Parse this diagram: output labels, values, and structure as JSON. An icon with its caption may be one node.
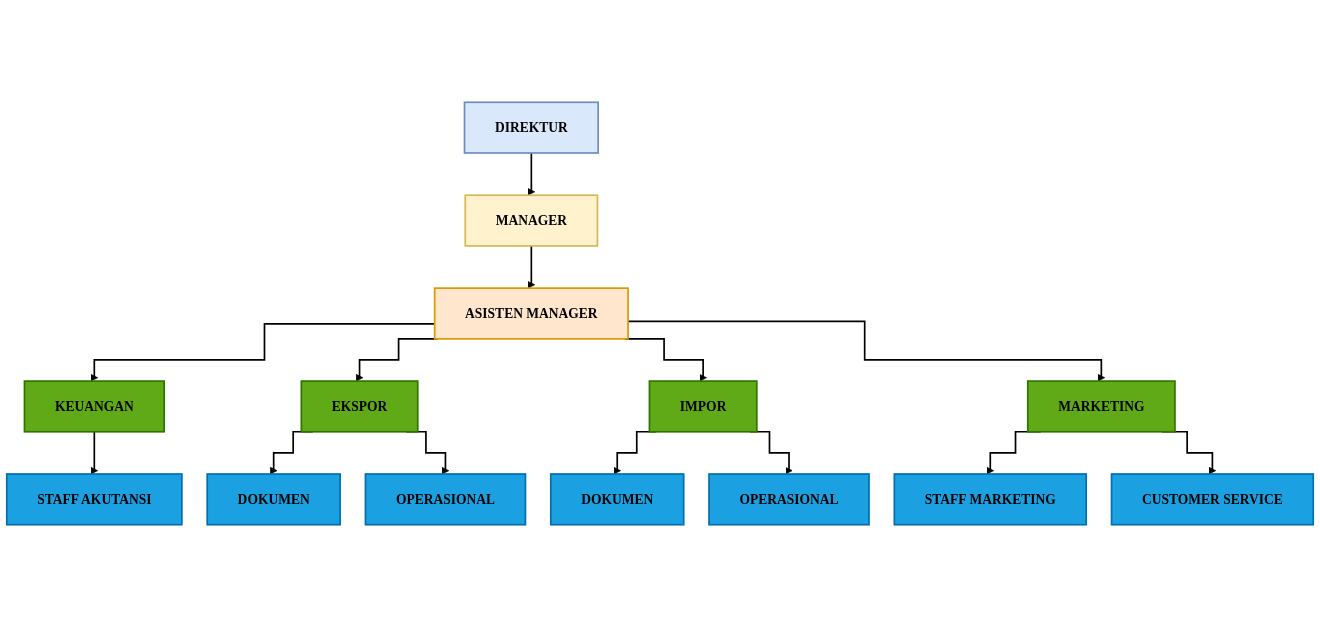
{
  "diagram": {
    "nodes": [
      {
        "text": [
          "DIREKTUR"
        ]
      },
      {
        "text": [
          "MANAGER"
        ]
      },
      {
        "text": [
          "ASISTEN MANAGER"
        ]
      },
      {
        "text": [
          "KEUANGAN"
        ]
      },
      {
        "text": [
          "EKSPOR"
        ]
      },
      {
        "text": [
          "IMPOR"
        ]
      },
      {
        "text": [
          "MARKETING"
        ]
      },
      {
        "text": [
          "STAFF AKUTANSI"
        ]
      },
      {
        "text": [
          "DOKUMEN"
        ]
      },
      {
        "text": [
          "OPERASIONAL"
        ]
      },
      {
        "text": [
          "DOKUMEN"
        ]
      },
      {
        "text": [
          "OPERASIONAL"
        ]
      },
      {
        "text": [
          "STAFF MARKETING"
        ]
      },
      {
        "text": [
          "CUSTOMER SERVICE"
        ]
      }
    ],
    "edges": [
      {
        "from": 0,
        "to": 1,
        "arrow": "to"
      },
      {
        "from": 1,
        "to": 2,
        "arrow": "to"
      },
      {
        "from": 2,
        "to": 3,
        "arrow": "to"
      },
      {
        "from": 2,
        "to": 4,
        "arrow": "to"
      },
      {
        "from": 2,
        "to": 5,
        "arrow": "to"
      },
      {
        "from": 2,
        "to": 6,
        "arrow": "to"
      },
      {
        "from": 3,
        "to": 7,
        "arrow": "to"
      },
      {
        "from": 4,
        "to": 8,
        "arrow": "to"
      },
      {
        "from": 4,
        "to": 9,
        "arrow": "to"
      },
      {
        "from": 5,
        "to": 10,
        "arrow": "to"
      },
      {
        "from": 5,
        "to": 11,
        "arrow": "to"
      },
      {
        "from": 6,
        "to": 12,
        "arrow": "to"
      },
      {
        "from": 6,
        "to": 13,
        "arrow": "to"
      }
    ]
  }
}
